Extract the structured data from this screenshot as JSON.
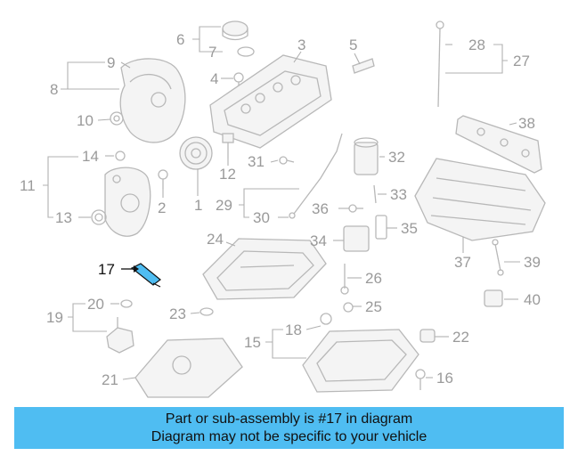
{
  "diagram": {
    "highlighted_part": "17",
    "highlight_color": "#4fbdf2",
    "part_numbers": [
      "1",
      "2",
      "3",
      "4",
      "5",
      "6",
      "7",
      "8",
      "9",
      "10",
      "11",
      "12",
      "13",
      "14",
      "15",
      "16",
      "17",
      "18",
      "19",
      "20",
      "21",
      "22",
      "23",
      "24",
      "25",
      "26",
      "27",
      "28",
      "29",
      "30",
      "31",
      "32",
      "33",
      "34",
      "35",
      "36",
      "37",
      "38",
      "39",
      "40"
    ]
  },
  "caption": {
    "line1": "Part or sub-assembly is #17 in diagram",
    "line2": "Diagram may not be specific to your vehicle",
    "background": "#4fbdf2"
  }
}
